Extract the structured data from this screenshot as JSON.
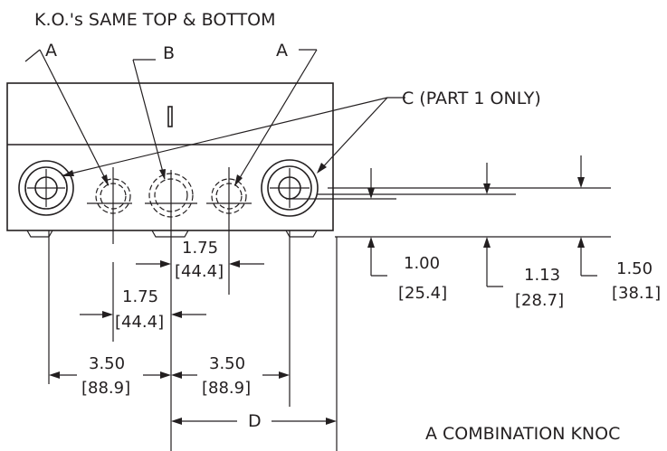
{
  "labels": {
    "heading": "K.O.'s SAME TOP & BOTTOM",
    "a_left": "A",
    "b": "B",
    "a_right": "A",
    "c": "C (PART 1 ONLY)",
    "d": "D",
    "legend_a": "A    COMBINATION KNOC"
  },
  "dimensions": {
    "d175_top": {
      "in": "1.75",
      "mm": "[44.4]"
    },
    "d175_low": {
      "in": "1.75",
      "mm": "[44.4]"
    },
    "d350_left": {
      "in": "3.50",
      "mm": "[88.9]"
    },
    "d350_right": {
      "in": "3.50",
      "mm": "[88.9]"
    },
    "d100": {
      "in": "1.00",
      "mm": "[25.4]"
    },
    "d113": {
      "in": "1.13",
      "mm": "[28.7]"
    },
    "d150": {
      "in": "1.50",
      "mm": "[38.1]"
    }
  }
}
